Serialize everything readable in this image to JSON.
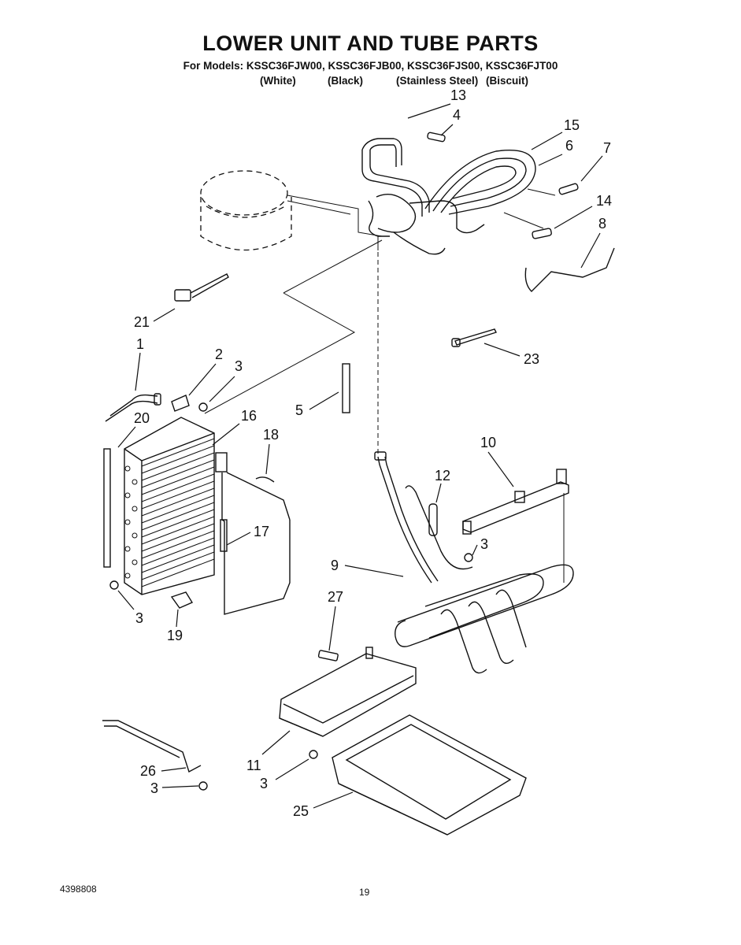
{
  "header": {
    "title": "LOWER UNIT AND TUBE PARTS",
    "models_line": "For Models: KSSC36FJW00, KSSC36FJB00, KSSC36FJS00, KSSC36FJT00",
    "finishes": [
      "(White)",
      "(Black)",
      "(Stainless Steel)",
      "(Biscuit)"
    ]
  },
  "callouts": [
    {
      "id": "c13",
      "label": "13"
    },
    {
      "id": "c4",
      "label": "4"
    },
    {
      "id": "c15",
      "label": "15"
    },
    {
      "id": "c6",
      "label": "6"
    },
    {
      "id": "c7",
      "label": "7"
    },
    {
      "id": "c14",
      "label": "14"
    },
    {
      "id": "c8",
      "label": "8"
    },
    {
      "id": "c21",
      "label": "21"
    },
    {
      "id": "c23",
      "label": "23"
    },
    {
      "id": "c1",
      "label": "1"
    },
    {
      "id": "c2",
      "label": "2"
    },
    {
      "id": "c3a",
      "label": "3"
    },
    {
      "id": "c5",
      "label": "5"
    },
    {
      "id": "c20",
      "label": "20"
    },
    {
      "id": "c16",
      "label": "16"
    },
    {
      "id": "c18",
      "label": "18"
    },
    {
      "id": "c10",
      "label": "10"
    },
    {
      "id": "c12",
      "label": "12"
    },
    {
      "id": "c17",
      "label": "17"
    },
    {
      "id": "c3b",
      "label": "3"
    },
    {
      "id": "c9",
      "label": "9"
    },
    {
      "id": "c3c",
      "label": "3"
    },
    {
      "id": "c19",
      "label": "19"
    },
    {
      "id": "c27",
      "label": "27"
    },
    {
      "id": "c26",
      "label": "26"
    },
    {
      "id": "c11",
      "label": "11"
    },
    {
      "id": "c3d",
      "label": "3"
    },
    {
      "id": "c3e",
      "label": "3"
    },
    {
      "id": "c25",
      "label": "25"
    }
  ],
  "footer": {
    "doc_number": "4398808",
    "page_number": "19"
  }
}
